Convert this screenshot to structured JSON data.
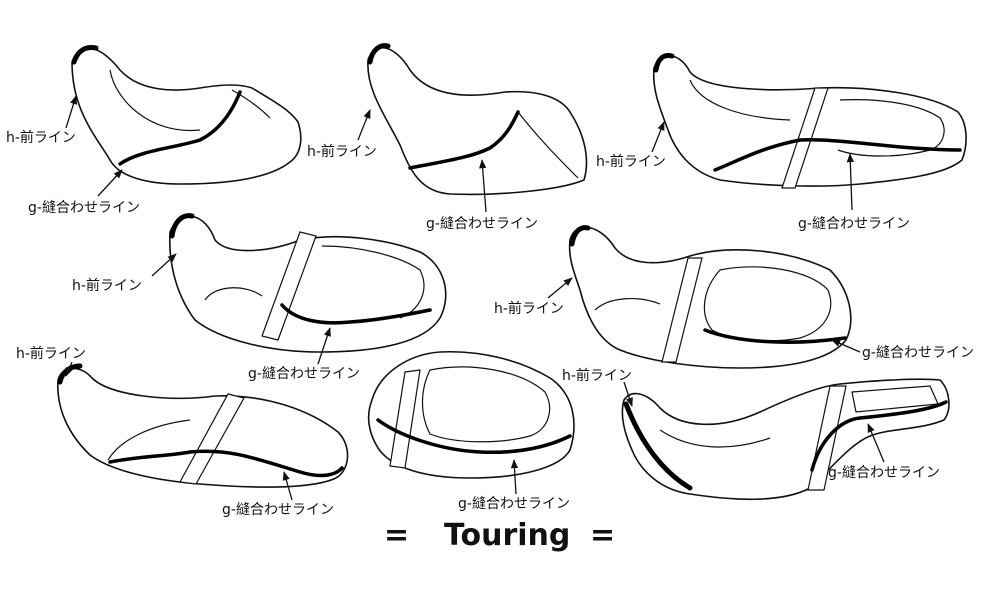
{
  "labels": {
    "front_line": "h-前ライン",
    "seam_line": "g-縫合わせライン"
  },
  "footer": {
    "left_symbol": "=",
    "title": "Touring",
    "right_symbol": "="
  },
  "colors": {
    "ink": "#111111",
    "background": "#ffffff"
  }
}
